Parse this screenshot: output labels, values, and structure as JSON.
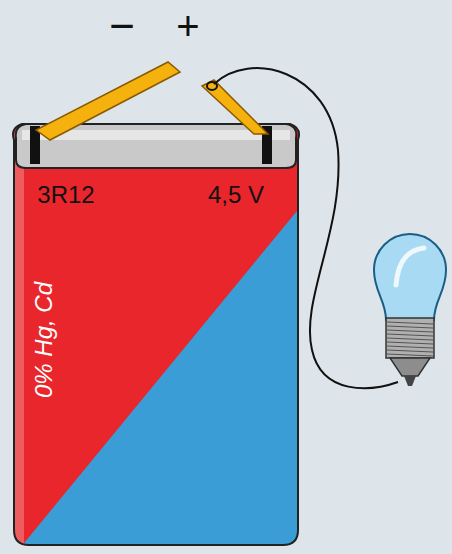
{
  "diagram": {
    "labels": [
      "−",
      "+",
      "3R12",
      "4,5 V",
      "0% Hg, Cd"
    ]
  }
}
